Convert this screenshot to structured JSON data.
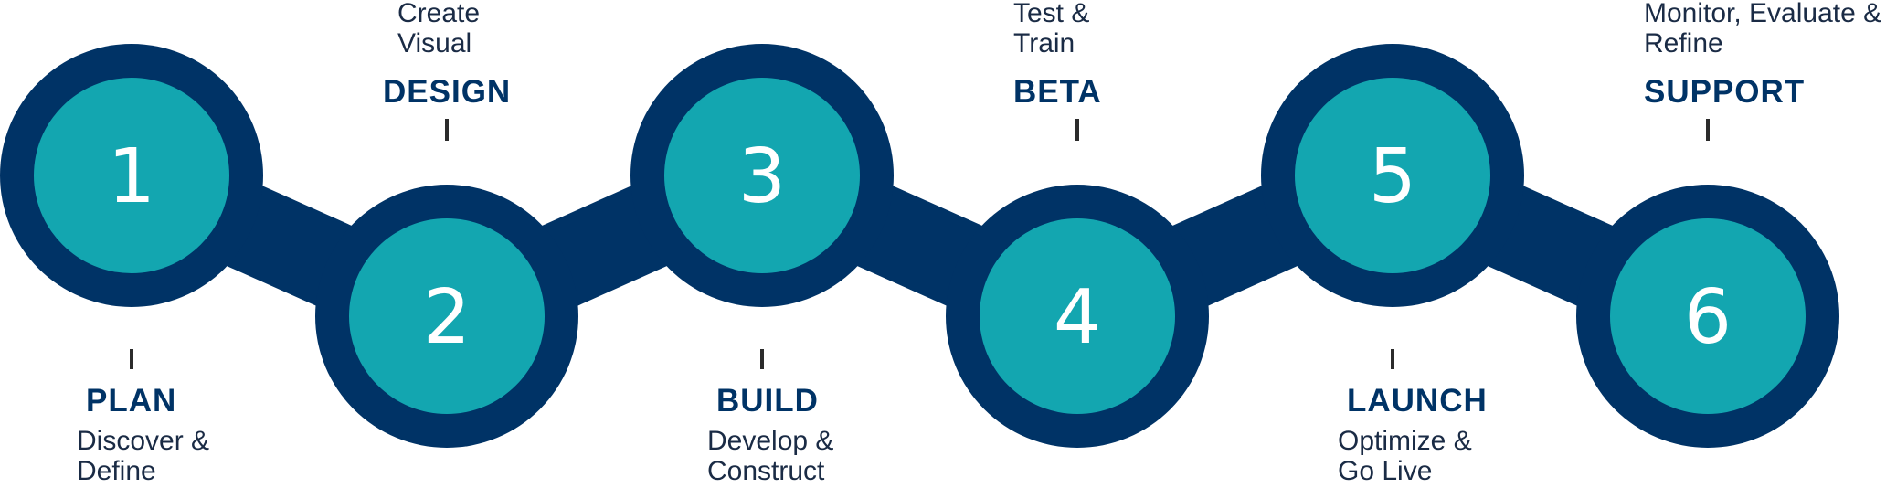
{
  "colors": {
    "dark": "#003366",
    "teal": "#13a6b0",
    "text": "#1a2b45"
  },
  "steps": [
    {
      "number": "1",
      "title": "PLAN",
      "desc": [
        "Discover &",
        "Define"
      ]
    },
    {
      "number": "2",
      "title": "DESIGN",
      "desc": [
        "Create",
        "Visual"
      ]
    },
    {
      "number": "3",
      "title": "BUILD",
      "desc": [
        "Develop &",
        "Construct"
      ]
    },
    {
      "number": "4",
      "title": "BETA",
      "desc": [
        "Test &",
        "Train"
      ]
    },
    {
      "number": "5",
      "title": "LAUNCH",
      "desc": [
        "Optimize &",
        "Go Live"
      ]
    },
    {
      "number": "6",
      "title": "SUPPORT",
      "desc": [
        "Monitor, Evaluate &",
        "Refine"
      ]
    }
  ]
}
